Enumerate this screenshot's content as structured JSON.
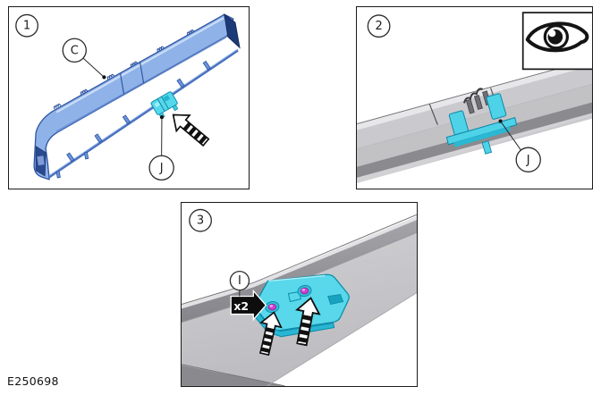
{
  "figure": {
    "id": "E250698"
  },
  "panels": [
    {
      "number": "1",
      "callout_part": "C",
      "callout_clip": "J"
    },
    {
      "number": "2",
      "callout_clip": "J"
    },
    {
      "number": "3",
      "callout_fastener": "I",
      "quantity_label": "x2"
    }
  ],
  "icons": {
    "eye": "visual-inspection-eye"
  },
  "colors": {
    "trim_blue": "#8fb3e8",
    "trim_blue_edge": "#2e55a3",
    "trim_navy": "#1d3a78",
    "clip_cyan": "#55d8ec",
    "clip_cyan_dark": "#0d8cab",
    "beam_gray": "#c9c9cc",
    "beam_gray_dark": "#8b8b8f",
    "fastener_pink": "#cb3ecf",
    "arrow_black": "#111111",
    "border_black": "#1a1a1a"
  }
}
